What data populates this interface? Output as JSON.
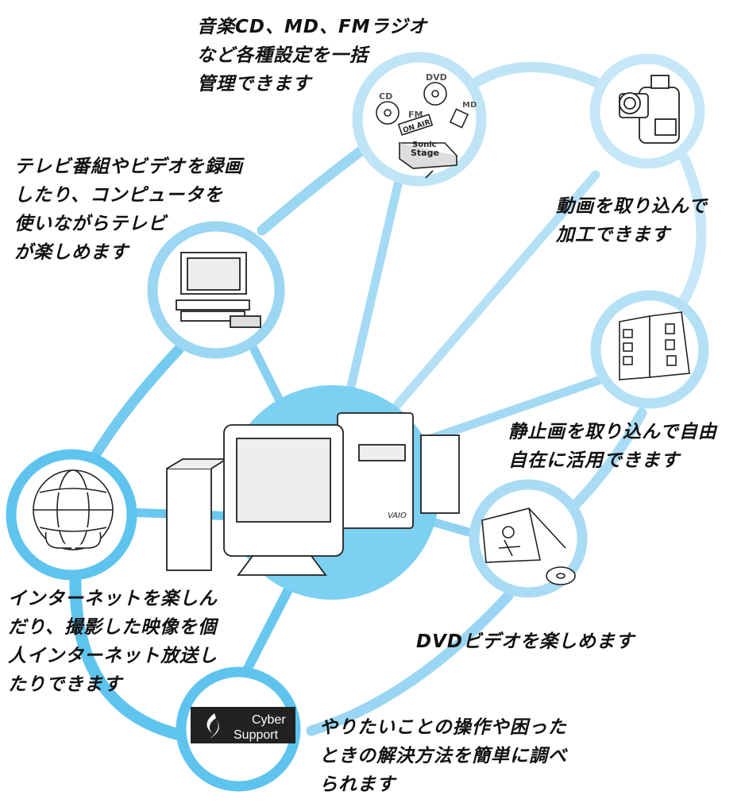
{
  "colors": {
    "ring_light": "#bfe4f6",
    "ring_mid": "#8ed2f1",
    "ring_dark": "#5ec4ee",
    "center_fill": "#7cd0f2",
    "ink": "#111111"
  },
  "nodes": {
    "music": {
      "icon": "music-cd-md-fm-icon",
      "labels": {
        "cd": "CD",
        "dvd": "DVD",
        "fm": "FM",
        "onair": "ON AIR",
        "md": "MD",
        "stage1": "Sonic",
        "stage2": "Stage"
      },
      "caption": [
        "音楽CD、MD、FMラジオ",
        "など各種設定を一括",
        "管理できます"
      ]
    },
    "camcorder": {
      "icon": "camcorder-icon",
      "caption": [
        "動画を取り込んで",
        "加工できます"
      ]
    },
    "tv": {
      "icon": "tv-vcr-icon",
      "caption": [
        "テレビ番組やビデオを録画",
        "したり、コンピュータを",
        "使いながらテレビ",
        "が楽しめます"
      ]
    },
    "album": {
      "icon": "photo-album-icon",
      "caption": [
        "静止画を取り込んで自由",
        "自在に活用できます"
      ]
    },
    "dvd": {
      "icon": "dvd-video-icon",
      "caption": [
        "DVDビデオを楽しめます"
      ]
    },
    "internet": {
      "icon": "globe-icon",
      "caption": [
        "インターネットを楽しん",
        "だり、撮影した映像を個",
        "人インターネット放送し",
        "たりできます"
      ]
    },
    "support": {
      "icon": "cyber-support-logo",
      "logo_line1": "Cyber",
      "logo_line2": "Support",
      "caption": [
        "やりたいことの操作や困った",
        "ときの解決方法を簡単に調べ",
        "られます"
      ]
    },
    "center": {
      "icon": "vaio-desktop-pc-icon",
      "brand": "VAIO"
    }
  }
}
